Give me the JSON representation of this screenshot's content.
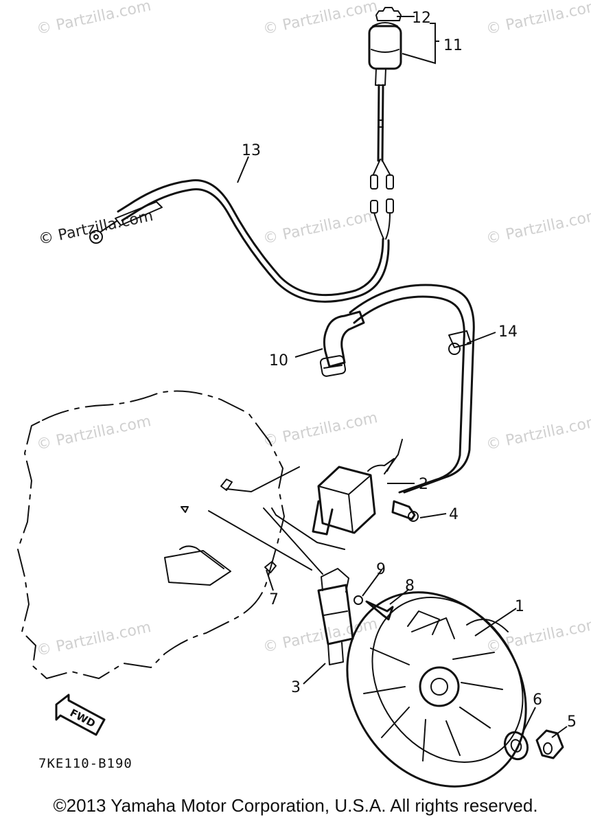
{
  "diagram": {
    "drawing_code": "7KE110-B190",
    "fwd_arrow_label": "FWD",
    "watermark_text": "© Partzilla.com",
    "callouts": {
      "c1": "1",
      "c2": "2",
      "c3": "3",
      "c4": "4",
      "c5": "5",
      "c6": "6",
      "c7": "7",
      "c8": "8",
      "c9": "9",
      "c10": "10",
      "c11": "11",
      "c12": "12",
      "c13": "13",
      "c14": "14"
    }
  },
  "footer": {
    "copyright": "©2013 Yamaha Motor Corporation, U.S.A. All rights reserved."
  },
  "colors": {
    "line": "#111111",
    "watermark": "#d0d0d0",
    "background": "#ffffff"
  }
}
